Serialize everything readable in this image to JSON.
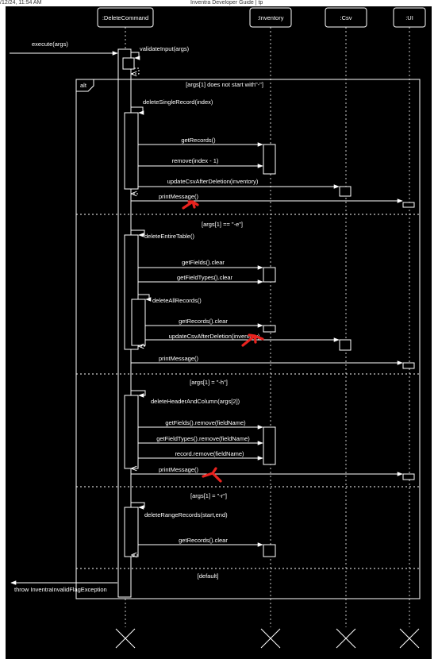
{
  "header": {
    "left": "/12/24, 11:54 AM",
    "center": "Inventra Developer Guide | tp"
  },
  "participants": [
    {
      "id": "dc",
      "label": ":DeleteCommand"
    },
    {
      "id": "inv",
      "label": ":Inventory"
    },
    {
      "id": "csv",
      "label": ":Csv"
    },
    {
      "id": "ui",
      "label": ":UI"
    }
  ],
  "colors": {
    "background": "#000000",
    "line": "#ffffff",
    "annotation": "#e8231f",
    "page": "#ffffff"
  },
  "messages": {
    "execute": "execute(args)",
    "validate": "validateInput(args)",
    "delete_single": "deleteSingleRecord(index)",
    "get_records_1": "getRecords()",
    "remove_index": "remove(index - 1)",
    "update_csv_1": "updateCsvAfterDeletion(inventory)",
    "print_1": "printMessage()",
    "delete_table": "deleteEntireTable()",
    "get_fields_clear": "getFields().clear",
    "get_field_types_clear": "getFieldTypes().clear",
    "delete_all": "deleteAllRecords()",
    "get_records_clear_1": "getRecords().clear",
    "update_csv_2": "updateCsvAfterDeletion(inventory)",
    "print_2": "printMessage()",
    "delete_header": "deleteHeaderAndColumn(args[2])",
    "fields_remove": "getFields().remove(fieldName)",
    "field_types_remove": "getFieldTypes().remove(fieldName)",
    "record_remove": "record.remove(fieldName)",
    "print_3": "printMessage()",
    "delete_range": "deleteRangeRecords(start,end)",
    "get_records_clear_2": "getRecords().clear",
    "throw": "throw InventraInvalidFlagException"
  },
  "fragment": {
    "operator": "alt",
    "guards": [
      "[args[1] does not start with\"-\"]",
      "[args[1] == \"-e\"]",
      "[args[1] = \"-h\"]",
      "[args[1] = \"-r\"]",
      "[default]"
    ]
  },
  "annotations": [
    {
      "name": "annotation-arrow-1",
      "icon": "red-hand-drawn-arrow"
    },
    {
      "name": "annotation-arrow-2",
      "icon": "red-hand-drawn-arrow"
    },
    {
      "name": "annotation-arrow-3",
      "icon": "red-hand-drawn-arrow"
    }
  ]
}
